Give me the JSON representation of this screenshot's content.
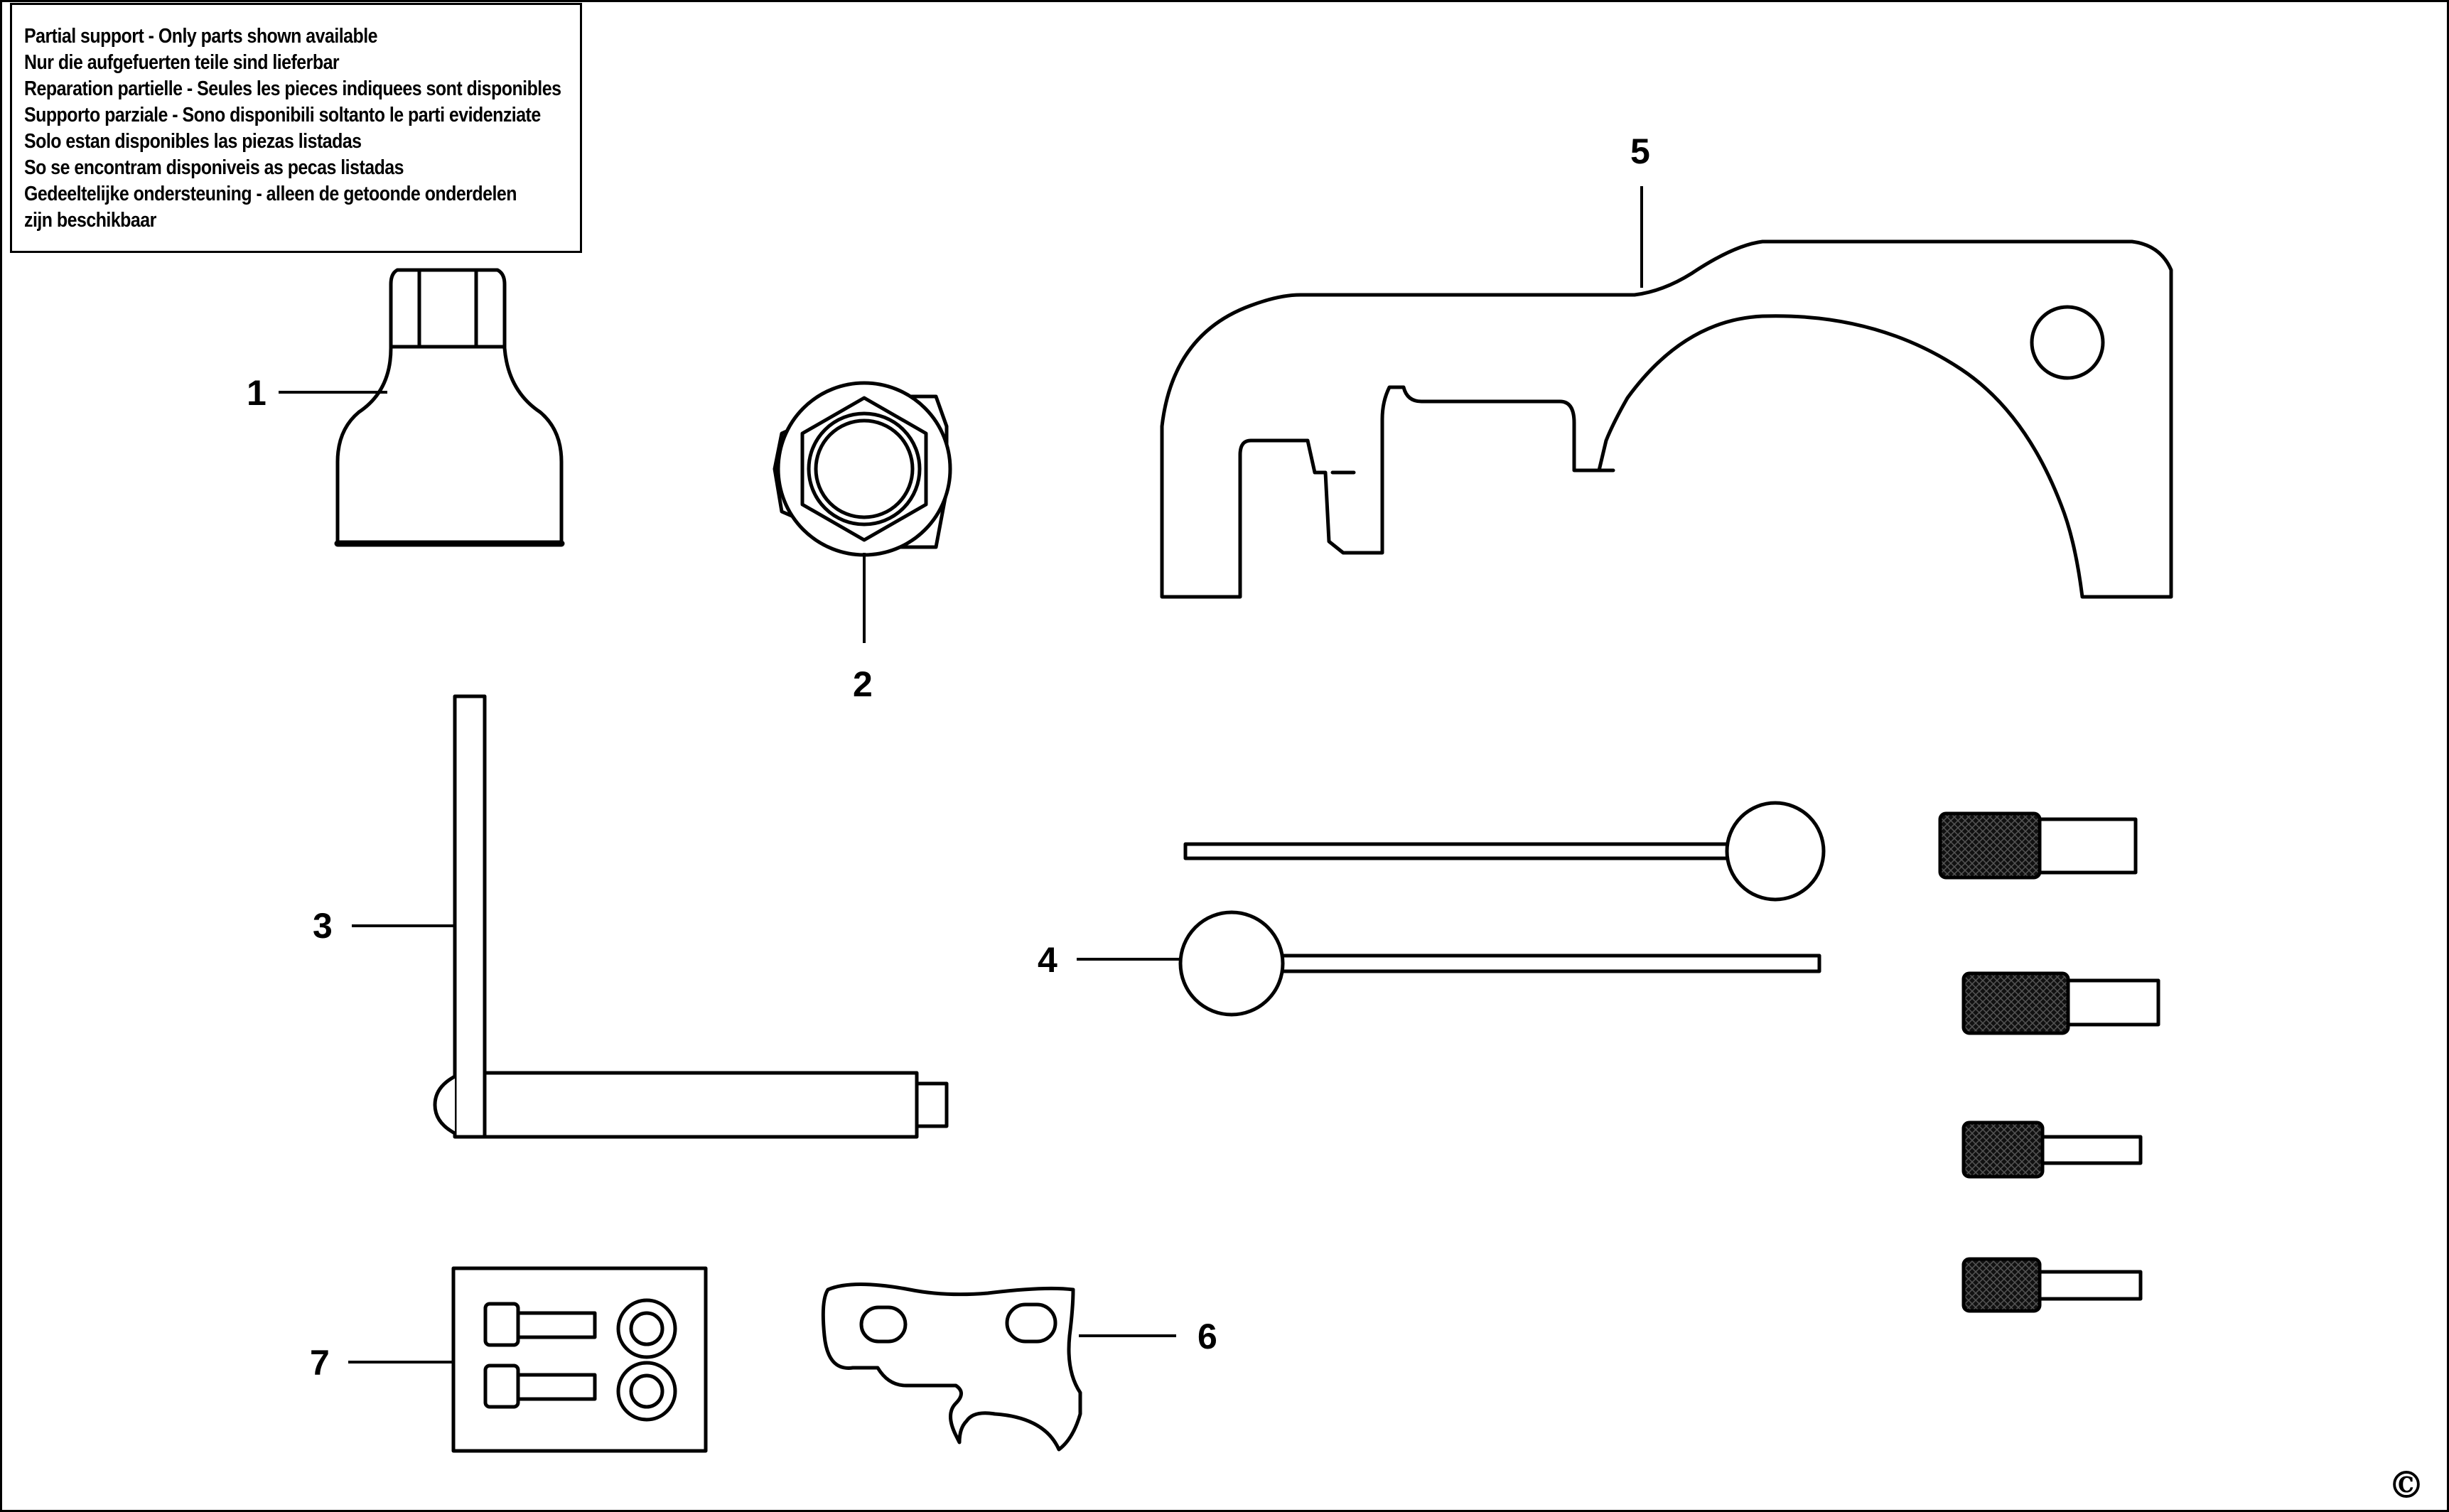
{
  "notice": {
    "lines": [
      "Partial support - Only parts shown available",
      "Nur die aufgefuerten teile sind lieferbar",
      "Reparation partielle - Seules les pieces indiquees sont disponibles",
      "Supporto parziale - Sono disponibili soltanto le parti evidenziate",
      "Solo estan disponibles las piezas listadas",
      "So se encontram disponiveis as pecas listadas",
      "Gedeeltelijke ondersteuning - alleen de getoonde onderdelen",
      "zijn beschikbaar"
    ]
  },
  "callouts": {
    "part1": "1",
    "part2": "2",
    "part3": "3",
    "part4": "4",
    "part5": "5",
    "part6": "6",
    "part7": "7"
  },
  "copyright_mark": "©",
  "colors": {
    "ink": "#000000",
    "paper": "#ffffff"
  }
}
